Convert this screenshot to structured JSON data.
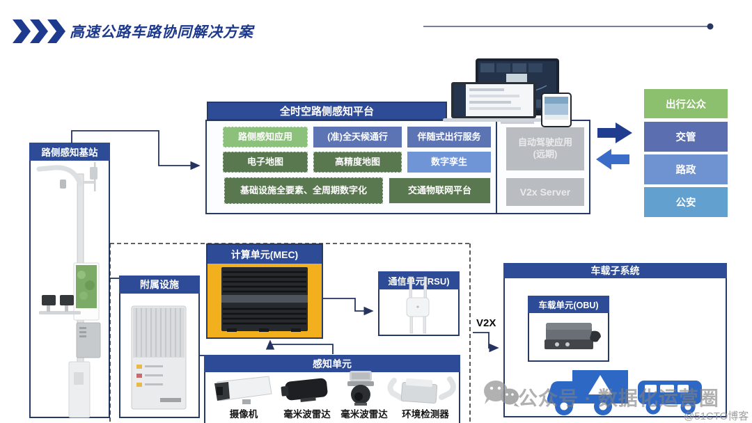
{
  "header": {
    "title": "高速公路车路协同解决方案",
    "chevrons_icon": "triple-chevron-right"
  },
  "platform": {
    "title": "全时空路侧感知平台",
    "apps": [
      {
        "label": "路侧感知应用"
      },
      {
        "label": "(准)全天候通行"
      },
      {
        "label": "伴随式出行服务"
      },
      {
        "label": "电子地图"
      },
      {
        "label": "高精度地图"
      },
      {
        "label": "数字孪生"
      },
      {
        "label": "基础设施全要素、全周期数字化"
      },
      {
        "label": "交通物联网平台"
      }
    ],
    "future": {
      "auto_driving_line1": "自动驾驶应用",
      "auto_driving_line2": "(远期)",
      "v2x_server": "V2x Server"
    }
  },
  "stakeholders": [
    {
      "label": "出行公众"
    },
    {
      "label": "交管"
    },
    {
      "label": "路政"
    },
    {
      "label": "公安"
    }
  ],
  "roadside": {
    "station": {
      "title": "路侧感知基站"
    },
    "auxiliary": {
      "title": "附属设施"
    },
    "mec": {
      "title": "计算单元(MEC)"
    },
    "rsu": {
      "title": "通信单元(RSU)"
    },
    "sensing": {
      "title": "感知单元",
      "sensors": [
        {
          "label": "摄像机"
        },
        {
          "label": "毫米波雷达"
        },
        {
          "label": "毫米波雷达"
        },
        {
          "label": "环境检测器"
        }
      ]
    }
  },
  "vehicle": {
    "subsystem_title": "车载子系统",
    "obu_title": "车载单元(OBU)",
    "v2x_link_label": "V2X"
  },
  "watermark": {
    "text": "公众号 · 数据化运营圈",
    "credit": "@51CTO博客"
  },
  "colors": {
    "accent_navy": "#2e4b97",
    "border_navy": "#263a66",
    "title_navy": "#1d398d",
    "light_green": "#8cc17c",
    "dark_green": "#5a7850",
    "slate_blue": "#5d74b4",
    "sky_blue": "#6f95d6",
    "gray_box": "#b9bcc0",
    "mec_yellow": "#f2b01e",
    "vehicle_blue": "#2d68c5",
    "stakeholder_green": "#8cbf6e",
    "stakeholder_blue_dark": "#5b6fb0",
    "stakeholder_blue": "#6e93d0",
    "stakeholder_teal": "#62a0cf"
  }
}
